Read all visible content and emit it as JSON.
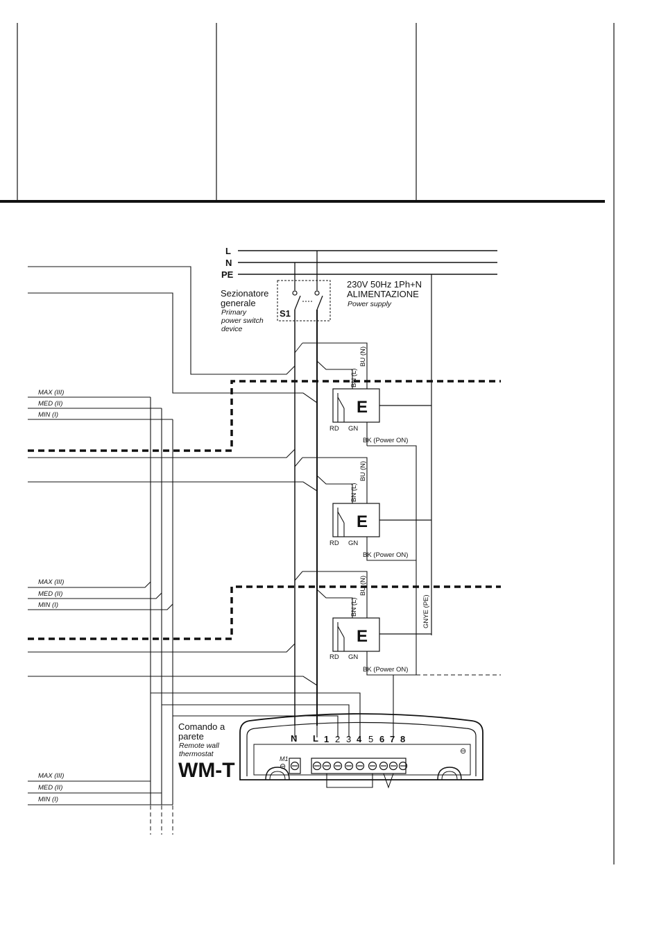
{
  "supply": {
    "L": "L",
    "N": "N",
    "PE": "PE",
    "voltage": "230V 50Hz 1Ph+N",
    "title": "ALIMENTAZIONE",
    "subtitle": "Power supply"
  },
  "switch": {
    "label_it_1": "Sezionatore",
    "label_it_2": "generale",
    "label_en_1": "Primary",
    "label_en_2": "power switch",
    "label_en_3": "device",
    "id": "S1"
  },
  "units": [
    {
      "letter": "E",
      "bn": "BN (L)",
      "bu": "BU (N)",
      "rd": "RD",
      "gn": "GN",
      "bk": "BK (Power ON)",
      "speeds": [
        "MAX  (III)",
        "MED (II)",
        "MIN (I)"
      ]
    },
    {
      "letter": "E",
      "bn": "BN (L)",
      "bu": "BU (N)",
      "rd": "RD",
      "gn": "GN",
      "bk": "BK (Power ON)",
      "speeds": []
    },
    {
      "letter": "E",
      "bn": "BN (L)",
      "bu": "BU (N)",
      "rd": "RD",
      "gn": "GN",
      "bk": "BK (Power ON)",
      "speeds": [
        "MAX  (III)",
        "MED (II)",
        "MIN (I)"
      ]
    }
  ],
  "pe_wire": "GNYE (PE)",
  "bottom_speeds": [
    "MAX  (III)",
    "MED (II)",
    "MIN (I)"
  ],
  "thermostat": {
    "label_it_1": "Comando a",
    "label_it_2": "parete",
    "label_en_1": "Remote wall",
    "label_en_2": "thermostat",
    "model": "WM-T",
    "terminals": [
      "N",
      "L",
      "1",
      "2",
      "3",
      "4",
      "5",
      "6",
      "7",
      "8"
    ],
    "m1": "M1",
    "minus": "⊖"
  }
}
